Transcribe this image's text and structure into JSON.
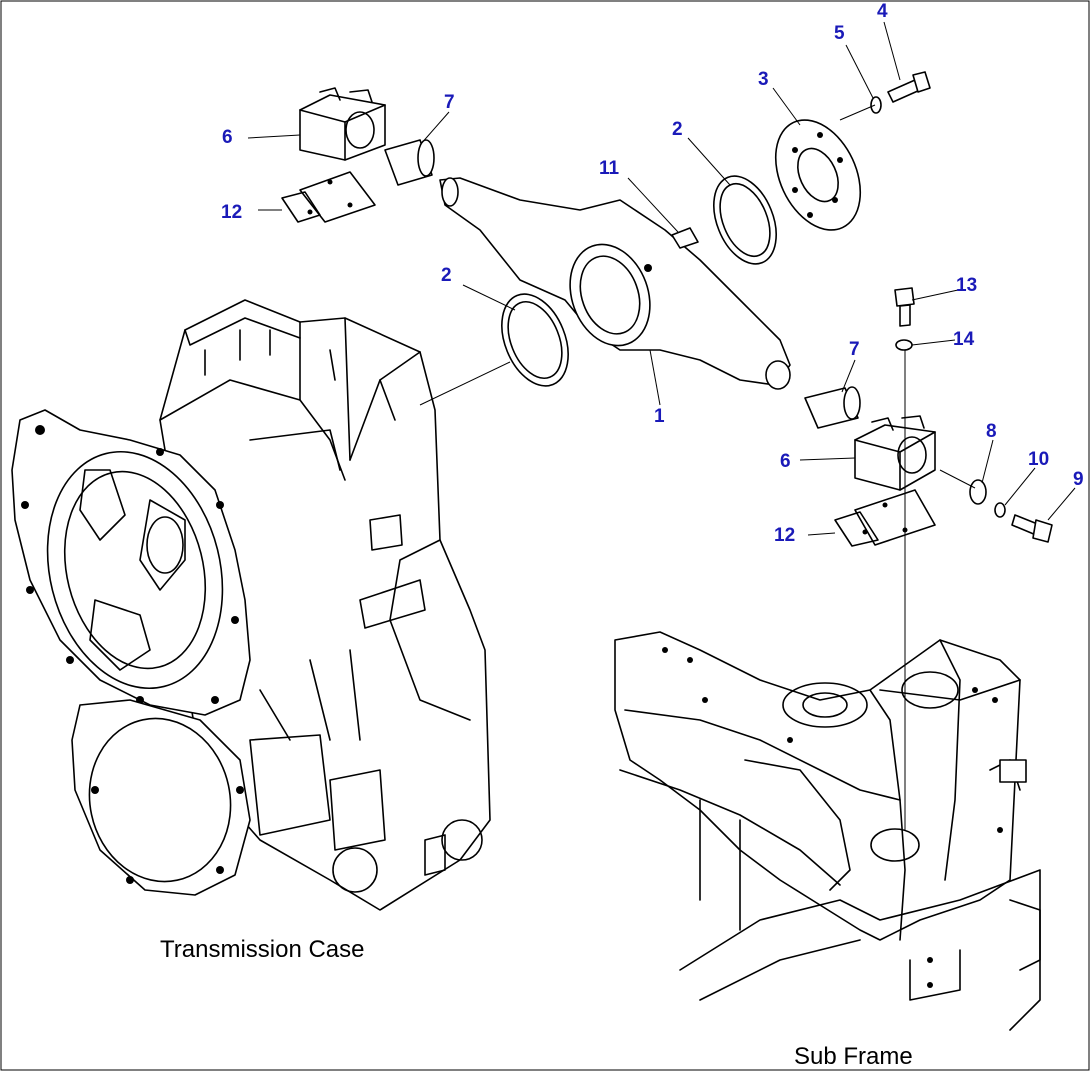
{
  "diagram": {
    "captions": {
      "transmission_case": "Transmission Case",
      "sub_frame": "Sub Frame"
    },
    "callouts": [
      "1",
      "2",
      "2",
      "3",
      "4",
      "5",
      "6",
      "6",
      "7",
      "7",
      "8",
      "9",
      "10",
      "11",
      "12",
      "12",
      "13",
      "14"
    ],
    "colors": {
      "callout": "#1a1ab8",
      "line": "#000000",
      "background": "#ffffff"
    }
  }
}
